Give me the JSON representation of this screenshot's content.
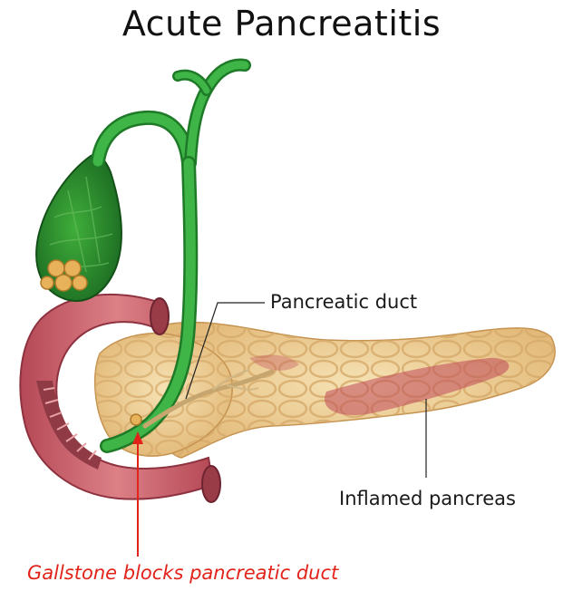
{
  "title": "Acute Pancreatitis",
  "labels": {
    "pancreatic_duct": "Pancreatic duct",
    "inflamed_pancreas": "Inflamed pancreas",
    "gallstone": "Gallstone blocks pancreatic duct"
  },
  "colors": {
    "gallstone_label": "#e2231a",
    "bile_duct": "#2ea43a",
    "pancreas": "#efd39a",
    "inflammation": "#c0485a",
    "duodenum": "#c8606a"
  }
}
